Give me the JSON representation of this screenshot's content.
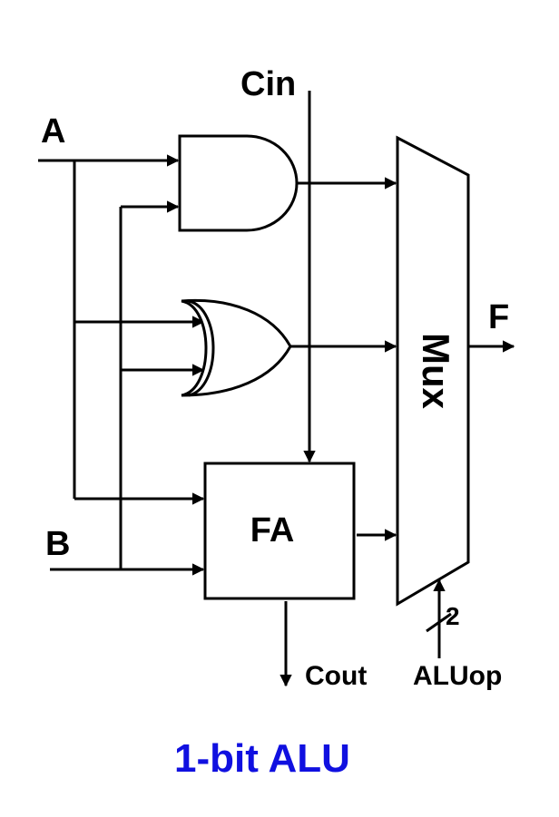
{
  "labels": {
    "a": "A",
    "b": "B",
    "cin": "Cin",
    "f": "F",
    "fa": "FA",
    "mux": "Mux",
    "cout": "Cout",
    "aluop": "ALUop",
    "bus_width": "2"
  },
  "caption": "1-bit ALU",
  "colors": {
    "caption": "#1010e0",
    "lines": "#000000"
  }
}
